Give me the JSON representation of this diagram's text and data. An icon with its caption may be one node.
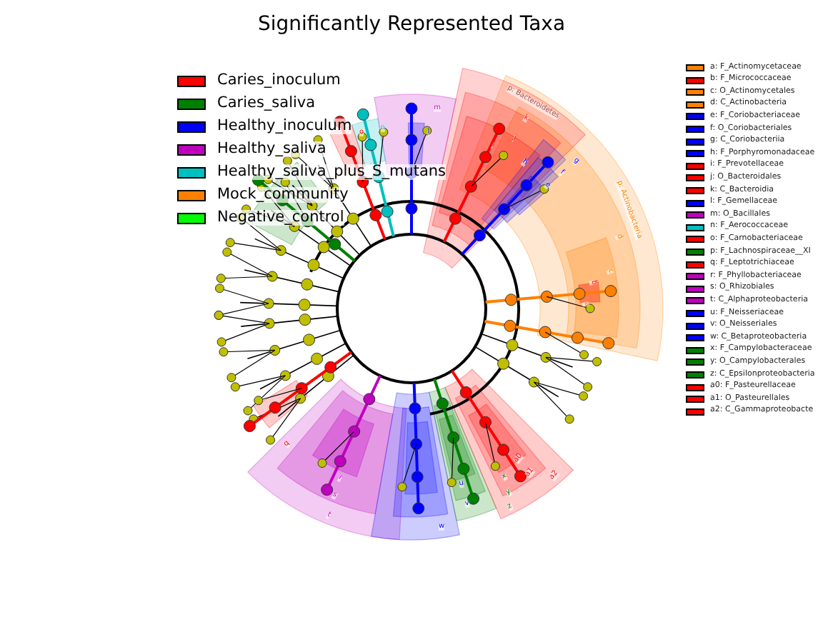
{
  "diagram": {
    "title": "Significantly Represented Taxa",
    "labels": [
      "p: Bacteroidetes",
      "m",
      "o",
      "n",
      "l",
      "k",
      "j",
      "i",
      "h",
      "g",
      "f",
      "e",
      "p: Actinobacteria",
      "d",
      "c",
      "b",
      "a",
      "q",
      "a0",
      "x",
      "a1",
      "r",
      "u",
      "y",
      "a2",
      "s",
      "v",
      "z",
      "t",
      "w"
    ],
    "legend": [
      {
        "text": "Caries_inoculum",
        "color": "#ff0000"
      },
      {
        "text": "Caries_saliva",
        "color": "#008000"
      },
      {
        "text": "Healthy_inoculum",
        "color": "#0000ff"
      },
      {
        "text": "Healthy_saliva",
        "color": "#bf00bf"
      },
      {
        "text": "Healthy_saliva_plus_S_mutans",
        "color": "#00bfbf"
      },
      {
        "text": "Mock_community",
        "color": "#ff8000"
      },
      {
        "text": "Negative_control",
        "color": "#00ff00"
      },
      {
        "text": "a: F_Actinomycetaceae",
        "color": "#ff8000"
      },
      {
        "text": "b: F_Micrococcaceae",
        "color": "#ff0000"
      },
      {
        "text": "c: O_Actinomycetales",
        "color": "#ff8000"
      },
      {
        "text": "d: C_Actinobacteria",
        "color": "#ff8000"
      },
      {
        "text": "e: F_Coriobacteriaceae",
        "color": "#0000ff"
      },
      {
        "text": "f: O_Coriobacteriales",
        "color": "#0000ff"
      },
      {
        "text": "g: C_Coriobacteriia",
        "color": "#0000ff"
      },
      {
        "text": "h: F_Porphyromonadaceae",
        "color": "#0000ff"
      },
      {
        "text": "i: F_Prevotellaceae",
        "color": "#ff0000"
      },
      {
        "text": "j: O_Bacteroidales",
        "color": "#ff0000"
      },
      {
        "text": "k: C_Bacteroidia",
        "color": "#ff0000"
      },
      {
        "text": "l: F_Gemellaceae",
        "color": "#0000ff"
      },
      {
        "text": "m: O_Bacillales",
        "color": "#bf00bf"
      },
      {
        "text": "n: F_Aerococcaceae",
        "color": "#00bfbf"
      },
      {
        "text": "o: F_Carnobacteriaceae",
        "color": "#ff0000"
      },
      {
        "text": "p: F_Lachnospiraceae__XI",
        "color": "#008000"
      },
      {
        "text": "q: F_Leptotrichiaceae",
        "color": "#ff0000"
      },
      {
        "text": "r: F_Phyllobacteriaceae",
        "color": "#bf00bf"
      },
      {
        "text": "s: O_Rhizobiales",
        "color": "#bf00bf"
      },
      {
        "text": "t: C_Alphaproteobacteria",
        "color": "#bf00bf"
      },
      {
        "text": "u: F_Neisseriaceae",
        "color": "#0000ff"
      },
      {
        "text": "v: O_Neisseriales",
        "color": "#0000ff"
      },
      {
        "text": "w: C_Betaproteobacteria",
        "color": "#0000ff"
      },
      {
        "text": "x: F_Campylobacteraceae",
        "color": "#008000"
      },
      {
        "text": "y: O_Campylobacterales",
        "color": "#008000"
      },
      {
        "text": "z: C_Epsilonproteobacteria",
        "color": "#008000"
      },
      {
        "text": "a0: F_Pasteurellaceae",
        "color": "#ff0000"
      },
      {
        "text": "a1: O_Pasteurellales",
        "color": "#ff0000"
      },
      {
        "text": "a2: C_Gammaproteobacte",
        "color": "#ff0000"
      }
    ]
  }
}
